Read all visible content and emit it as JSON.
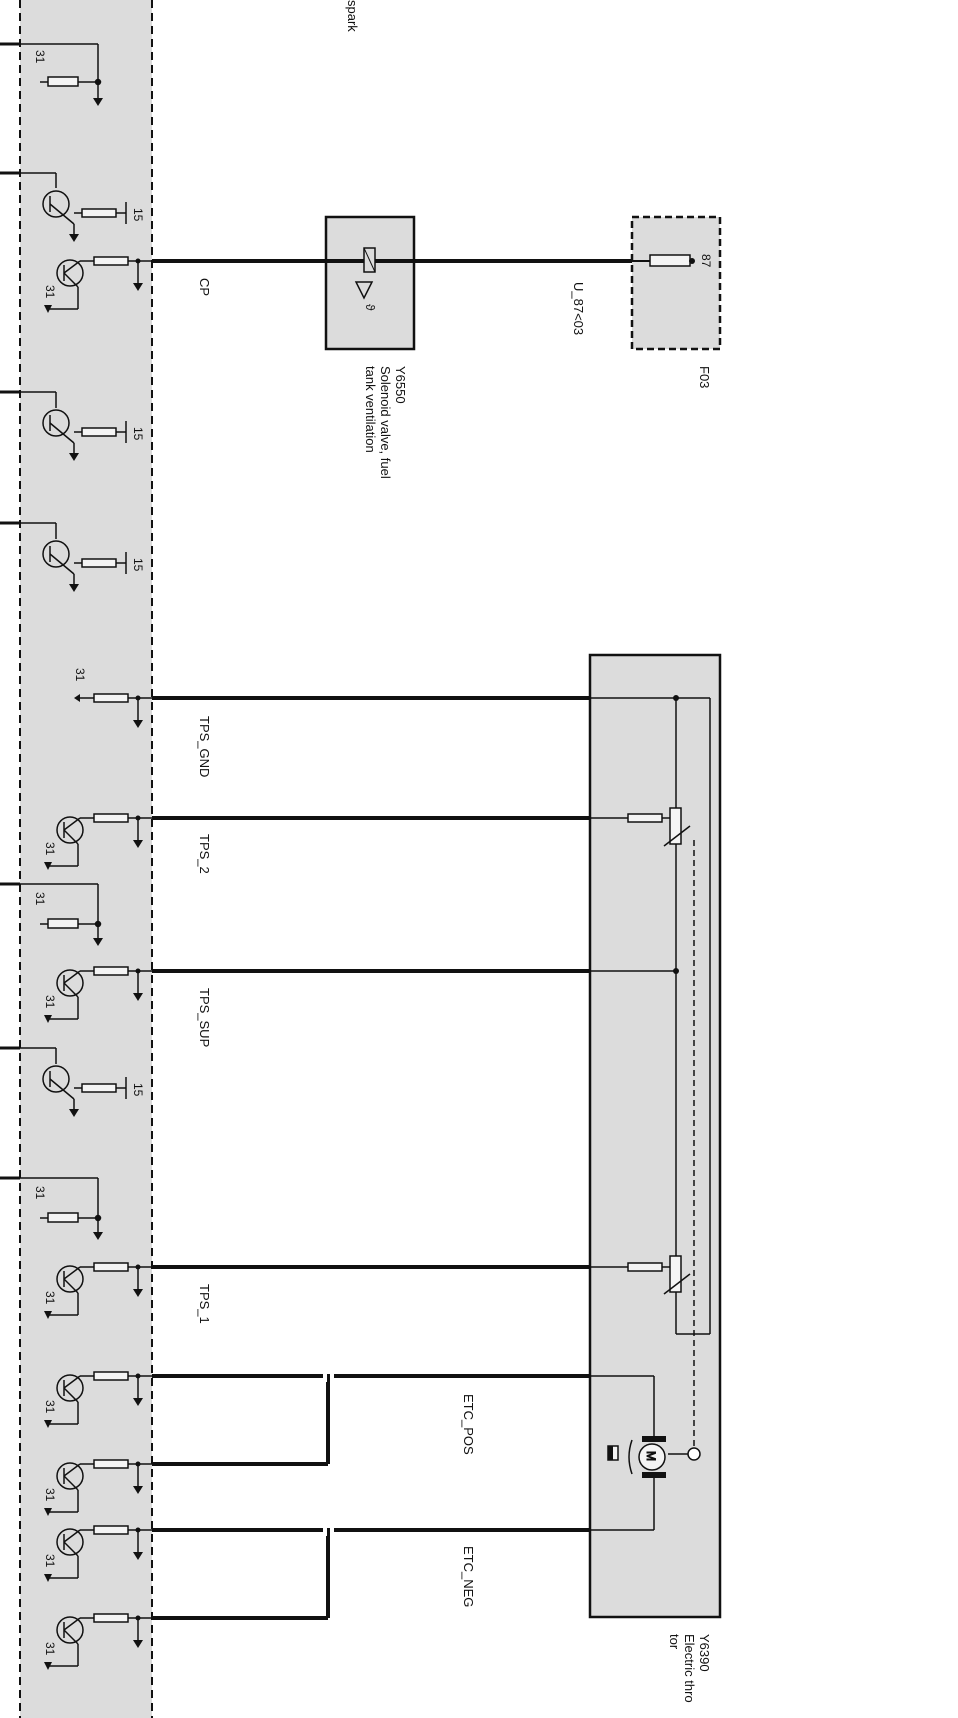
{
  "colors": {
    "wire": "#111111",
    "panel": "#dcdcdc",
    "background": "#ffffff"
  },
  "labels": {
    "spark": "spark",
    "cp": "CP",
    "u87": "U_87<03",
    "tps_gnd": "TPS_GND",
    "tps_2": "TPS_2",
    "tps_sup": "TPS_SUP",
    "tps_1": "TPS_1",
    "etc_pos": "ETC_POS",
    "etc_neg": "ETC_NEG"
  },
  "terminals": {
    "t31": "31",
    "t15": "15",
    "t87": "87"
  },
  "components": {
    "y6550": {
      "id": "Y6550",
      "desc1": "Solenoid valve, fuel",
      "desc2": "tank ventilation"
    },
    "f03": {
      "id": "F03"
    },
    "y6390": {
      "id": "Y6390",
      "desc1": "Electric thro",
      "desc2": "tor"
    }
  }
}
